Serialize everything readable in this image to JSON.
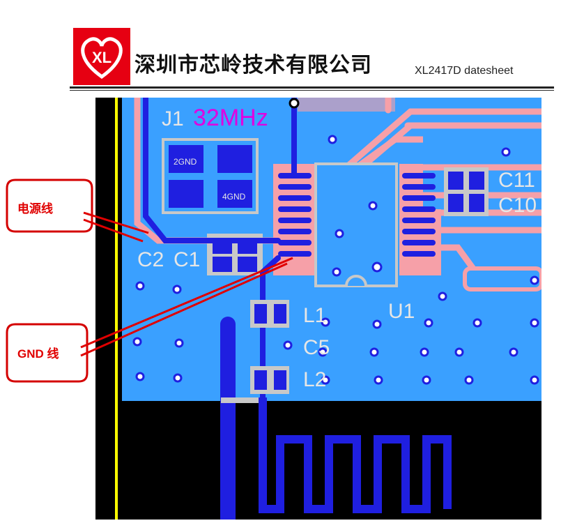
{
  "header": {
    "logo_text": "XL",
    "company": "深圳市芯岭技术有限公司",
    "document": "XL2417D datesheet"
  },
  "pcb": {
    "silkscreen": {
      "crystal": "J1",
      "crystal_freq": "32MHz",
      "pad2": "2GND",
      "pad4": "4GND",
      "c11": "C11",
      "c10": "C10",
      "c2": "C2",
      "c1": "C1",
      "l1": "L1",
      "c5": "C5",
      "l2": "L2",
      "u1": "U1"
    }
  },
  "callouts": {
    "power": "电源线",
    "gnd": "GND 线"
  },
  "colors": {
    "callout_red": "#e00000",
    "pcb_blue": "#3aa0ff",
    "trace_pink": "#f6a0a8",
    "trace_blue": "#1f1fe0",
    "pad_gray": "#c8c8c8",
    "silk_magenta": "#e000e0"
  }
}
